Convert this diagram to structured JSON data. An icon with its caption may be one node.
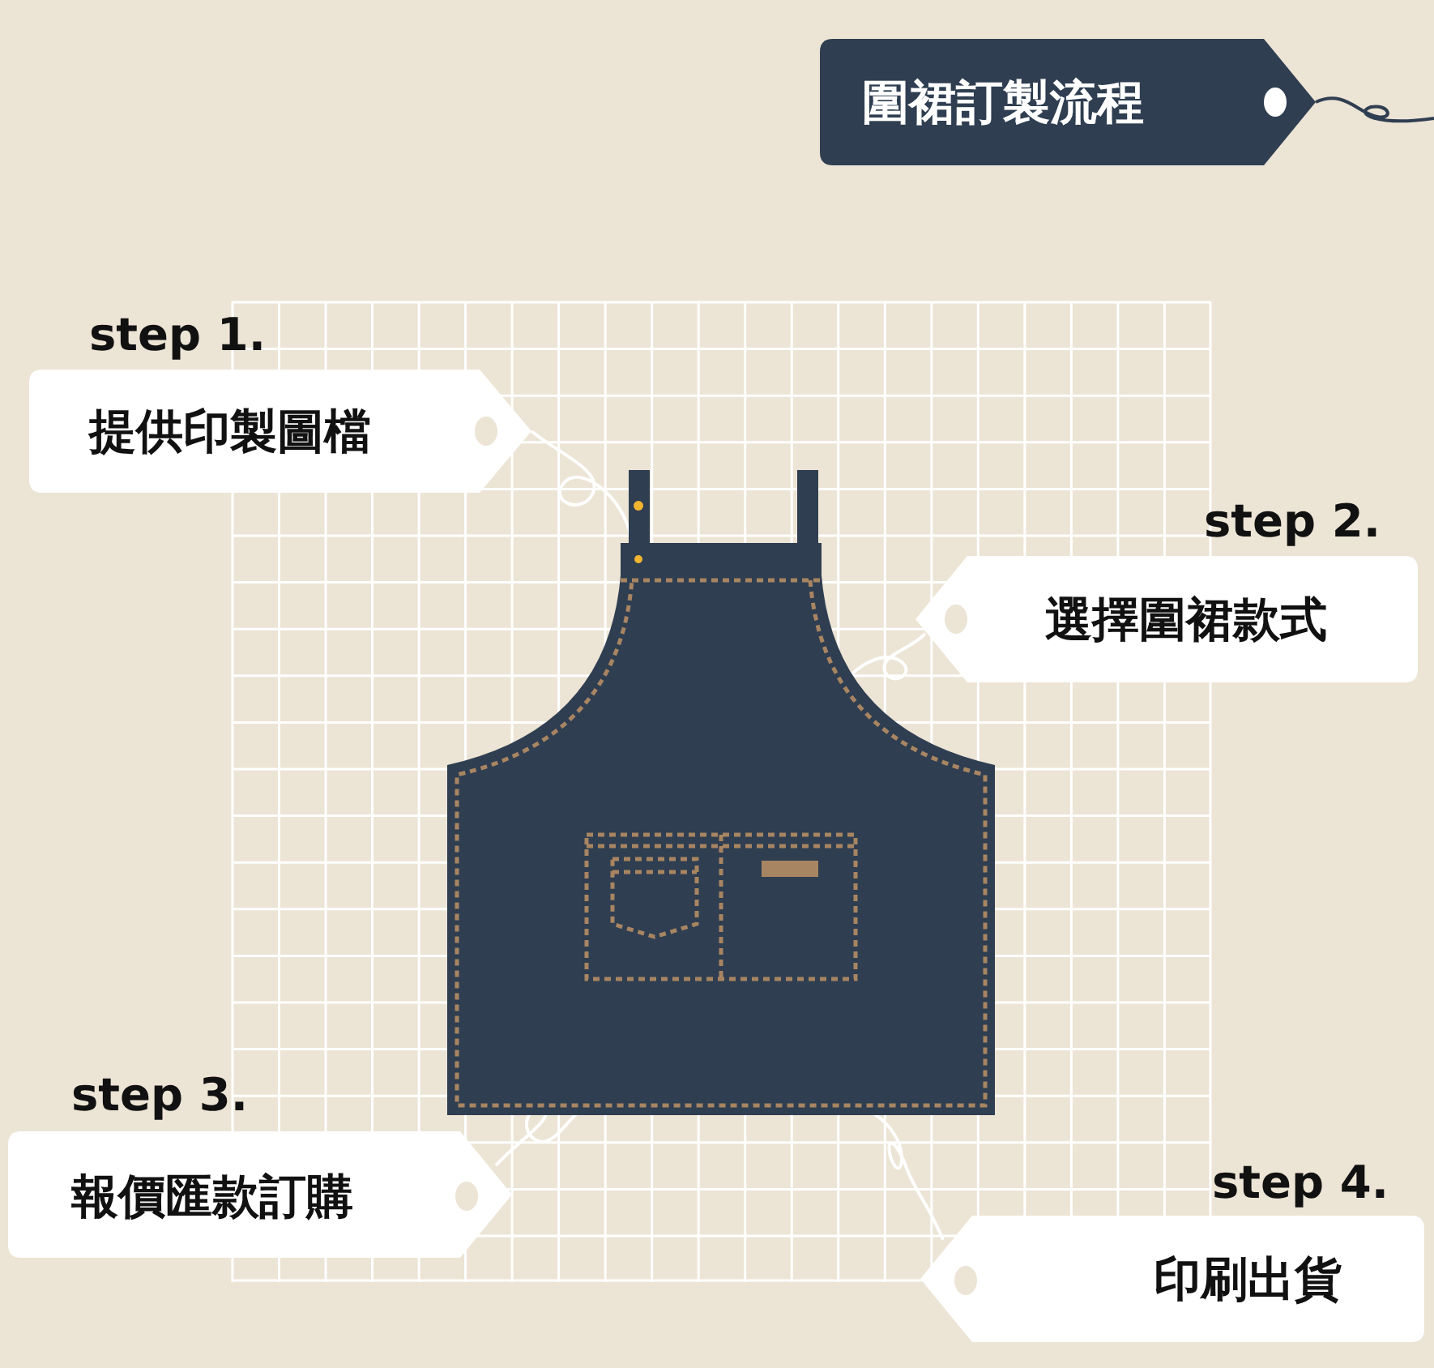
{
  "diagram": {
    "nodes": [
      {
        "text": [
          "圍裙訂製流程"
        ]
      },
      {
        "text": [
          "step 1.",
          "提供印製圖檔"
        ]
      },
      {
        "text": [
          "step 2.",
          "選擇圍裙款式"
        ]
      },
      {
        "text": [
          "step 3.",
          "報價匯款訂購"
        ]
      },
      {
        "text": [
          "step 4.",
          "印刷出貨"
        ]
      },
      {
        "text": [],
        "shape": "picture"
      }
    ],
    "edges": [
      {
        "from": 0,
        "to": null,
        "arrow": "none",
        "color": "#2f3e51"
      },
      {
        "from": 1,
        "to": 5,
        "arrow": "none"
      },
      {
        "from": 2,
        "to": 5,
        "arrow": "none"
      },
      {
        "from": 3,
        "to": 5,
        "arrow": "none"
      },
      {
        "from": 4,
        "to": 5,
        "arrow": "none"
      }
    ]
  }
}
